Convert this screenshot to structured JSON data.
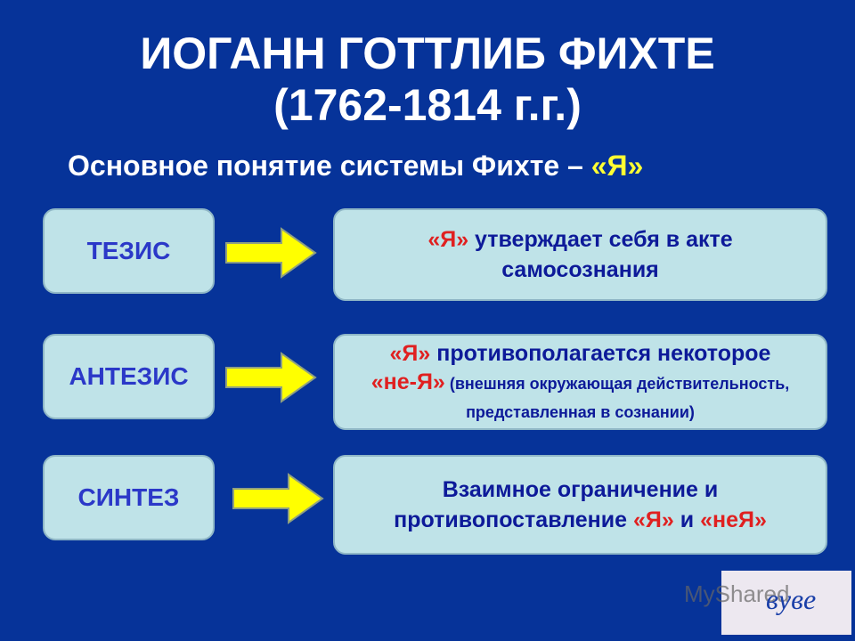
{
  "title_line1": "ИОГАНН ГОТТЛИБ ФИХТЕ",
  "title_line2": "(1762-1814 г.г.)",
  "subtitle": {
    "text": "Основное понятие системы Фихте – ",
    "highlight": "«Я»"
  },
  "rows": [
    {
      "label": "ТЕЗИС",
      "parts": [
        {
          "t": "«Я»",
          "red": true
        },
        {
          "t": " утверждает себя в акте самосознания"
        }
      ]
    },
    {
      "label": "АНТЕЗИС",
      "parts": [
        {
          "t": "«Я»",
          "red": true
        },
        {
          "t": " противополагается некоторое "
        },
        {
          "t": "«не-Я»",
          "red": true
        },
        {
          "t": " (внешняя окружающая действительность, представленная в сознании)",
          "small": true
        }
      ]
    },
    {
      "label": "СИНТЕЗ",
      "parts": [
        {
          "t": "Взаимное ограничение и противопоставление "
        },
        {
          "t": "«Я»",
          "red": true
        },
        {
          "t": " и "
        },
        {
          "t": "«неЯ»",
          "red": true
        }
      ]
    }
  ],
  "watermark": {
    "text": "MyShared",
    "brand": "вуве"
  },
  "colors": {
    "background": "#063399",
    "box": "#bfe3e8",
    "arrow": "#ffff00",
    "accent_red": "#e02020",
    "accent_yellow": "#ffff33"
  }
}
